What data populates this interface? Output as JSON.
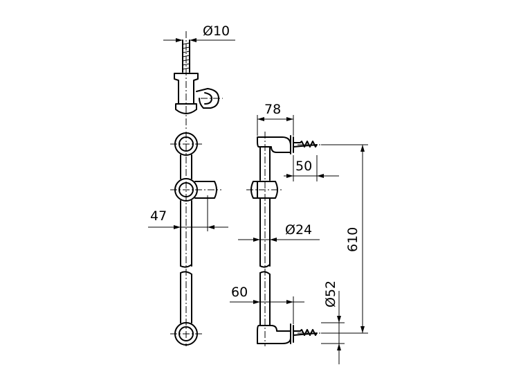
{
  "dimensions": {
    "bolt_diameter": "Ø10",
    "bracket_width": "78",
    "wall_offset": "50",
    "rail_length": "610",
    "holder_offset": "47",
    "rail_diameter": "Ø24",
    "bracket_depth": "60",
    "bracket_diameter": "Ø52"
  }
}
